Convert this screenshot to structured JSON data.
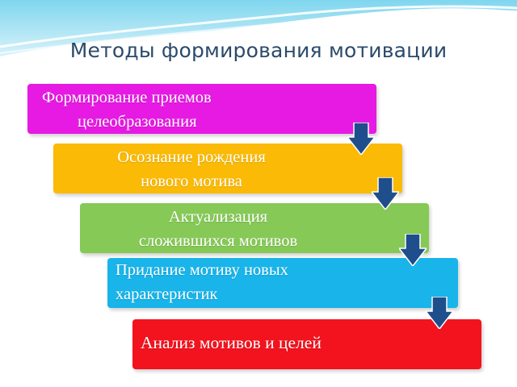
{
  "title": "Методы формирования мотивации",
  "steps": [
    {
      "line1": "Формирование приемов",
      "line2": "целеобразования",
      "color": "#e61ae3"
    },
    {
      "line1": "Осознание рождения",
      "line2": "нового мотива",
      "color": "#fbba06"
    },
    {
      "line1": "Актуализация",
      "line2": "сложившихся мотивов",
      "color": "#86c957"
    },
    {
      "line1": "Придание мотиву новых",
      "line2": "характеристик",
      "color": "#18b4ea"
    },
    {
      "line1": "Анализ мотивов и целей",
      "color": "#f2131e"
    }
  ],
  "arrow_color": "#1f4e8c"
}
